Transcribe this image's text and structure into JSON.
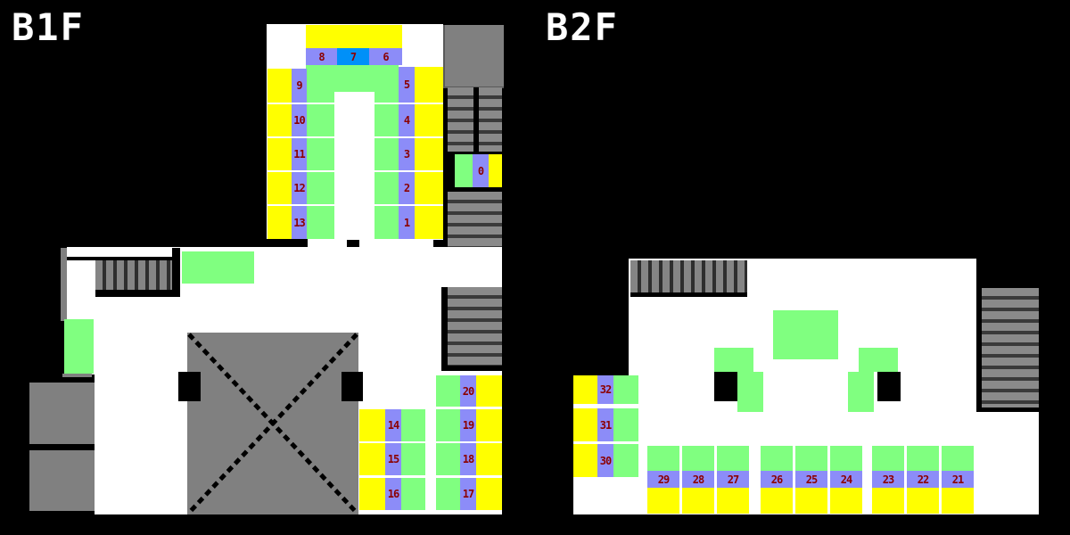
{
  "title": {
    "b1f": "B1F",
    "b2f": "B2F"
  },
  "b1f": {
    "top_row": [
      "8",
      "7",
      "6"
    ],
    "left_column": [
      "9",
      "10",
      "11",
      "12",
      "13"
    ],
    "right_column": [
      "5",
      "4",
      "3",
      "2",
      "1"
    ],
    "stair_spot": [
      "0"
    ],
    "lower_left_column": [
      "14",
      "15",
      "16"
    ],
    "lower_right_column": [
      "20",
      "19",
      "18",
      "17"
    ]
  },
  "b2f": {
    "left_column": [
      "32",
      "31",
      "30"
    ],
    "bottom_row": [
      "29",
      "28",
      "27",
      "26",
      "25",
      "24",
      "23",
      "22",
      "21"
    ]
  },
  "highlighted_spot": "7",
  "colors": {
    "background_black": "#000000",
    "floor_white": "#ffffff",
    "slot_yellow": "#ffff00",
    "slot_green": "#80ff80",
    "number_cell_purple": "#8c8cf8",
    "highlight_cell_blue": "#0090f8",
    "number_dark_red": "#8b0000",
    "structure_gray": "#808080"
  }
}
